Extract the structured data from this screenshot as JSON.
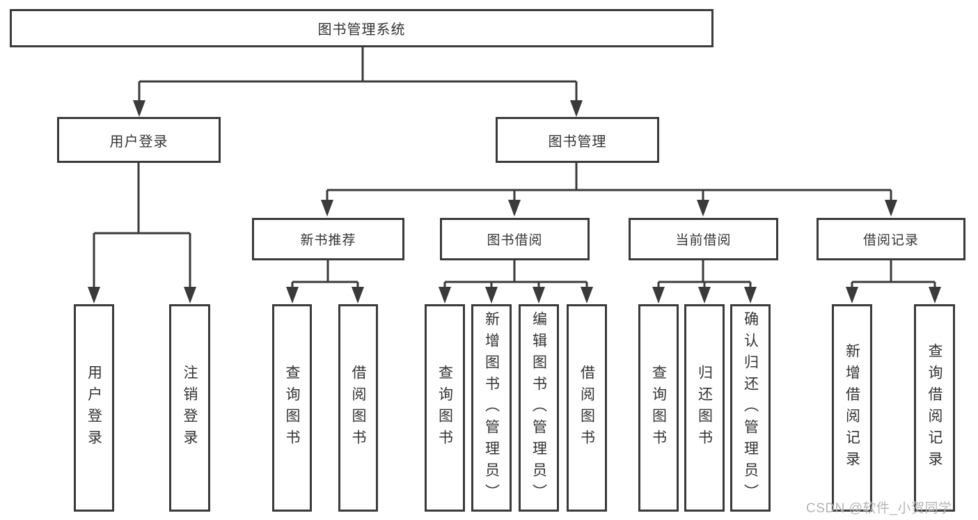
{
  "diagram": {
    "root": {
      "label": "图书管理系统"
    },
    "level1": {
      "user_login": "用户登录",
      "book_management": "图书管理"
    },
    "level2": {
      "new_book_recommend": "新书推荐",
      "book_borrowing": "图书借阅",
      "current_borrowing": "当前借阅",
      "borrow_records": "借阅记录"
    },
    "leaves": {
      "user_login": [
        "用户登录",
        "注销登录"
      ],
      "new_book_recommend": [
        "查询图书",
        "借阅图书"
      ],
      "book_borrowing": [
        "查询图书",
        "新增图书（管理员）",
        "编辑图书（管理员）",
        "借阅图书"
      ],
      "current_borrowing": [
        "查询图书",
        "归还图书",
        "确认归还（管理员）"
      ],
      "borrow_records": [
        "新增借阅记录",
        "查询借阅记录"
      ]
    }
  },
  "watermark": "CSDN @软件_小贺同学",
  "colors": {
    "line": "#3a3a3a",
    "text": "#333333",
    "watermark": "#b5b5b5",
    "background": "#ffffff"
  }
}
